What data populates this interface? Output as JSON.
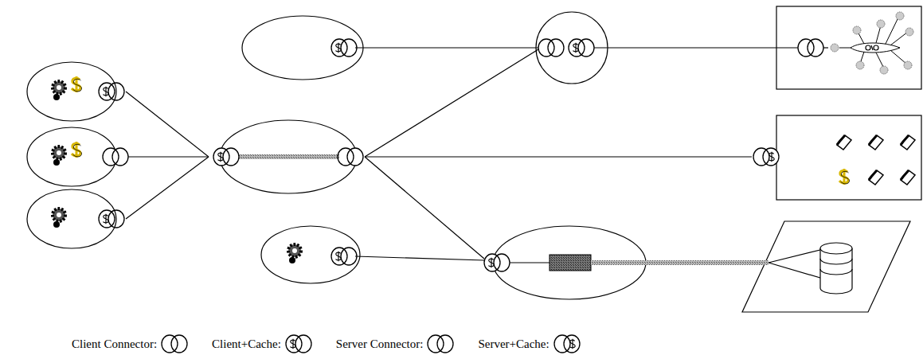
{
  "diagram": {
    "legend": [
      {
        "text": "Client Connector:"
      },
      {
        "text": "Client+Cache:"
      },
      {
        "text": "Server Connector:"
      },
      {
        "text": "Server+Cache:"
      }
    ]
  }
}
